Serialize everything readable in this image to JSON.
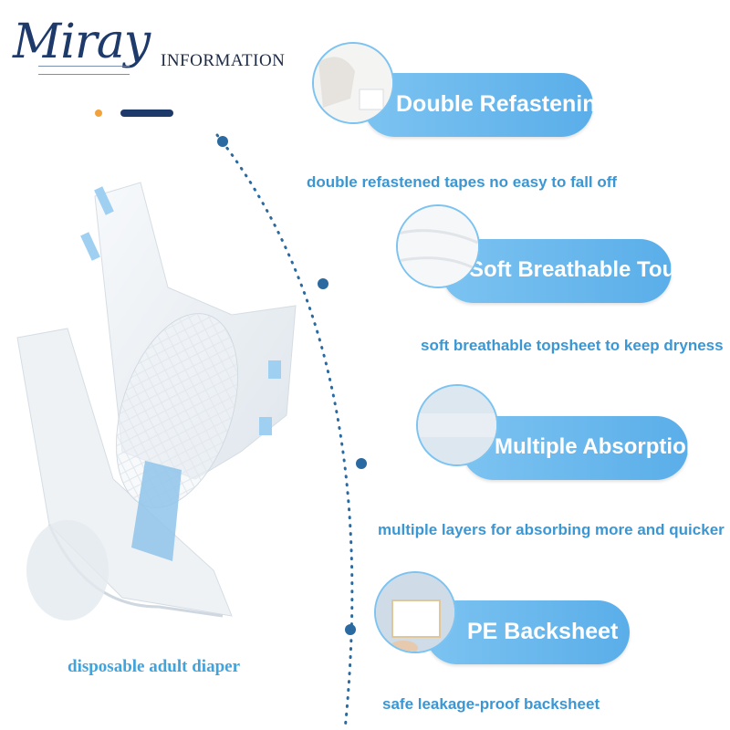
{
  "header": {
    "brand": "Miray",
    "title": "INFORMATION"
  },
  "product": {
    "caption": "disposable adult diaper"
  },
  "features": [
    {
      "title": "Double Refastening",
      "description": "double refastened tapes no easy to fall off",
      "icon": "tape-photo-icon"
    },
    {
      "title": "Soft Breathable Touch",
      "description": "soft breathable topsheet to keep dryness",
      "icon": "topsheet-photo-icon"
    },
    {
      "title": "Multiple Absorption",
      "description": "multiple layers for absorbing more and quicker",
      "icon": "absorbent-layer-photo-icon"
    },
    {
      "title": "PE Backsheet",
      "description": "safe leakage-proof backsheet",
      "icon": "backsheet-photo-icon"
    }
  ],
  "colors": {
    "brand_navy": "#1d3a6b",
    "accent_blue": "#5aaee9",
    "text_blue": "#3a97d4",
    "accent_orange": "#f2a23b"
  }
}
